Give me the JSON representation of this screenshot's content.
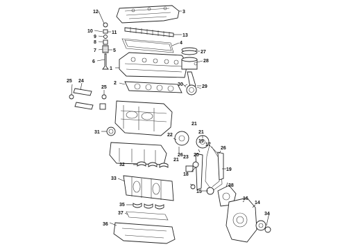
{
  "diagram": {
    "callouts": [
      {
        "id": "c1",
        "text": "1"
      },
      {
        "id": "c2",
        "text": "2"
      },
      {
        "id": "c3",
        "text": "3"
      },
      {
        "id": "c4",
        "text": "4"
      },
      {
        "id": "c5",
        "text": "5"
      },
      {
        "id": "c6",
        "text": "6"
      },
      {
        "id": "c7",
        "text": "7"
      },
      {
        "id": "c8",
        "text": "8"
      },
      {
        "id": "c9",
        "text": "9"
      },
      {
        "id": "c10",
        "text": "10"
      },
      {
        "id": "c11",
        "text": "11"
      },
      {
        "id": "c12",
        "text": "12"
      },
      {
        "id": "c13",
        "text": "13"
      },
      {
        "id": "c14",
        "text": "14"
      },
      {
        "id": "c15",
        "text": "15"
      },
      {
        "id": "c16",
        "text": "16"
      },
      {
        "id": "c17",
        "text": "17"
      },
      {
        "id": "c18",
        "text": "18"
      },
      {
        "id": "c19a",
        "text": "19"
      },
      {
        "id": "c19b",
        "text": "19"
      },
      {
        "id": "c20",
        "text": "20"
      },
      {
        "id": "c21a",
        "text": "21"
      },
      {
        "id": "c21b",
        "text": "21"
      },
      {
        "id": "c21c",
        "text": "21"
      },
      {
        "id": "c22",
        "text": "22"
      },
      {
        "id": "c23",
        "text": "23"
      },
      {
        "id": "c24",
        "text": "24"
      },
      {
        "id": "c25a",
        "text": "25"
      },
      {
        "id": "c25b",
        "text": "25"
      },
      {
        "id": "c26a",
        "text": "26"
      },
      {
        "id": "c26b",
        "text": "26"
      },
      {
        "id": "c27",
        "text": "27"
      },
      {
        "id": "c28",
        "text": "28"
      },
      {
        "id": "c29",
        "text": "29"
      },
      {
        "id": "c30",
        "text": "30"
      },
      {
        "id": "c31",
        "text": "31"
      },
      {
        "id": "c32",
        "text": "32"
      },
      {
        "id": "c33",
        "text": "33"
      },
      {
        "id": "c34",
        "text": "34"
      },
      {
        "id": "c35",
        "text": "35"
      },
      {
        "id": "c36",
        "text": "36"
      },
      {
        "id": "c37",
        "text": "37"
      },
      {
        "id": "c38",
        "text": "38"
      }
    ]
  }
}
